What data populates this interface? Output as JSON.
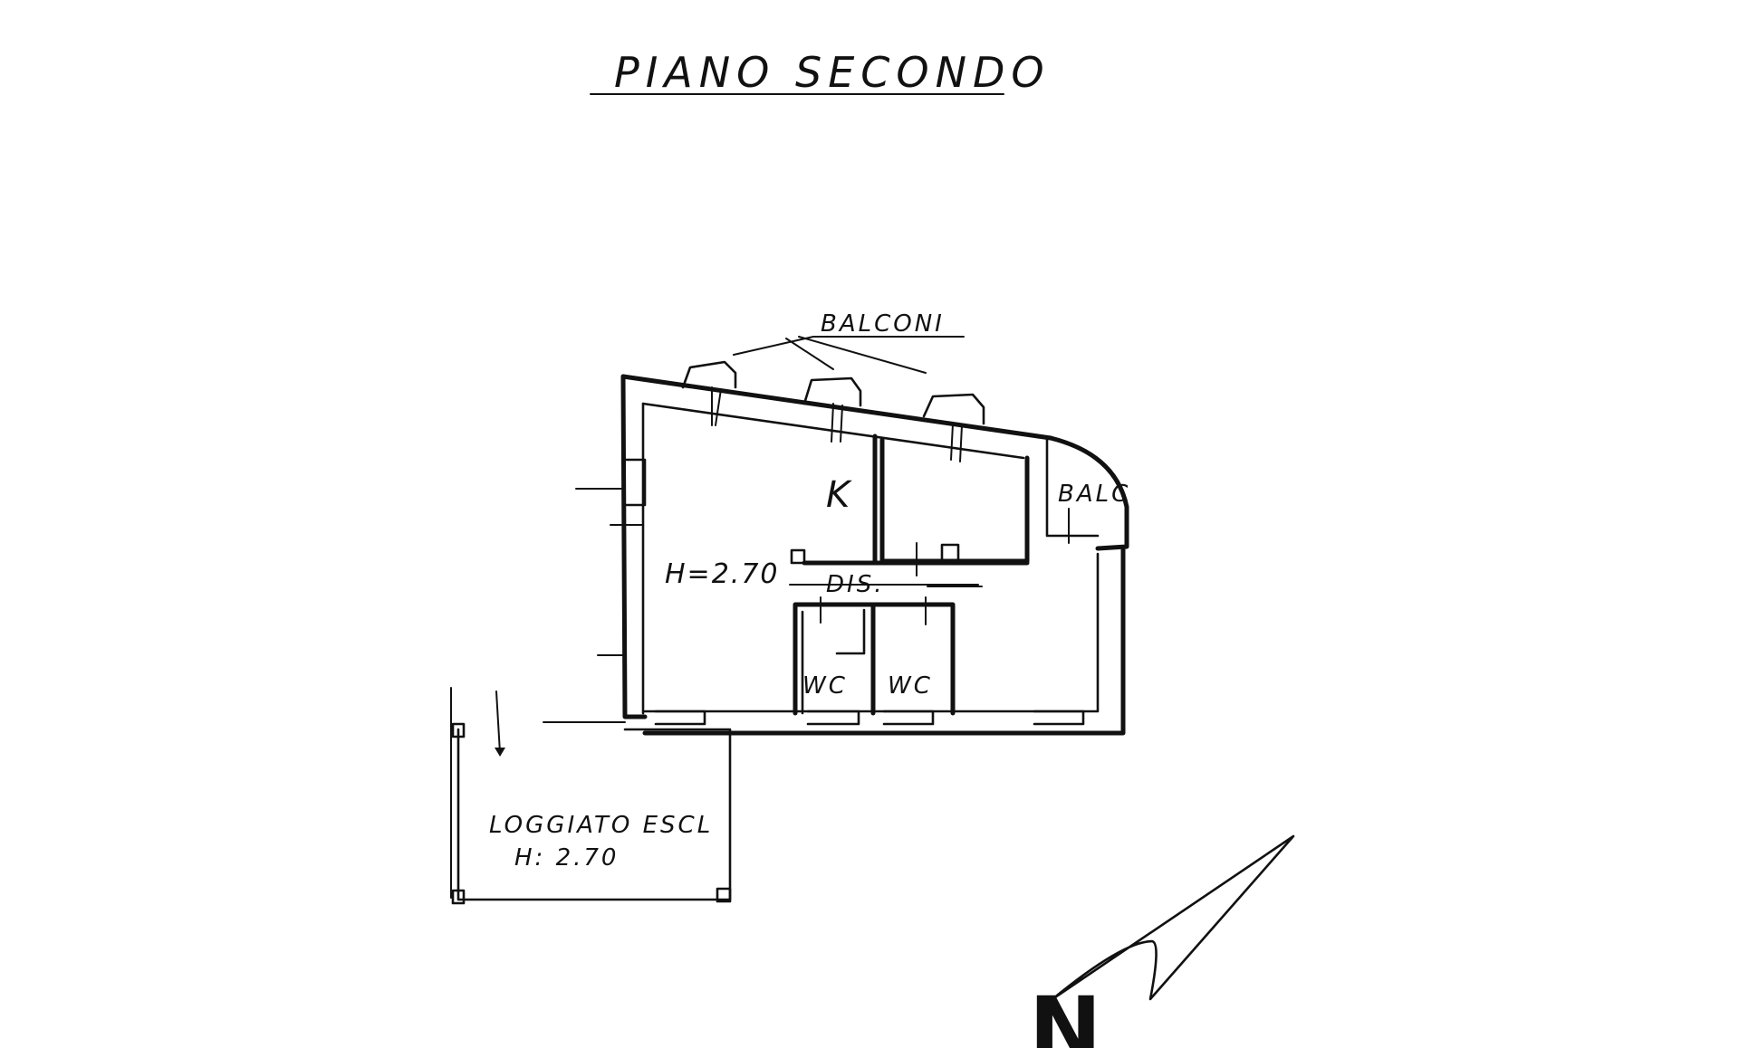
{
  "title": "PIANO SECONDO",
  "labels": {
    "balconi": "BALCONI",
    "balc": "BALC",
    "kitchen": "K",
    "height": "H=2.70",
    "dis": "DIS.",
    "wc_left": "WC",
    "wc_right": "WC",
    "loggiato": "LOGGIATO ESCL",
    "loggiato_height": "H: 2.70",
    "north": "N"
  },
  "colors": {
    "ink": "#111111",
    "paper": "#ffffff"
  }
}
